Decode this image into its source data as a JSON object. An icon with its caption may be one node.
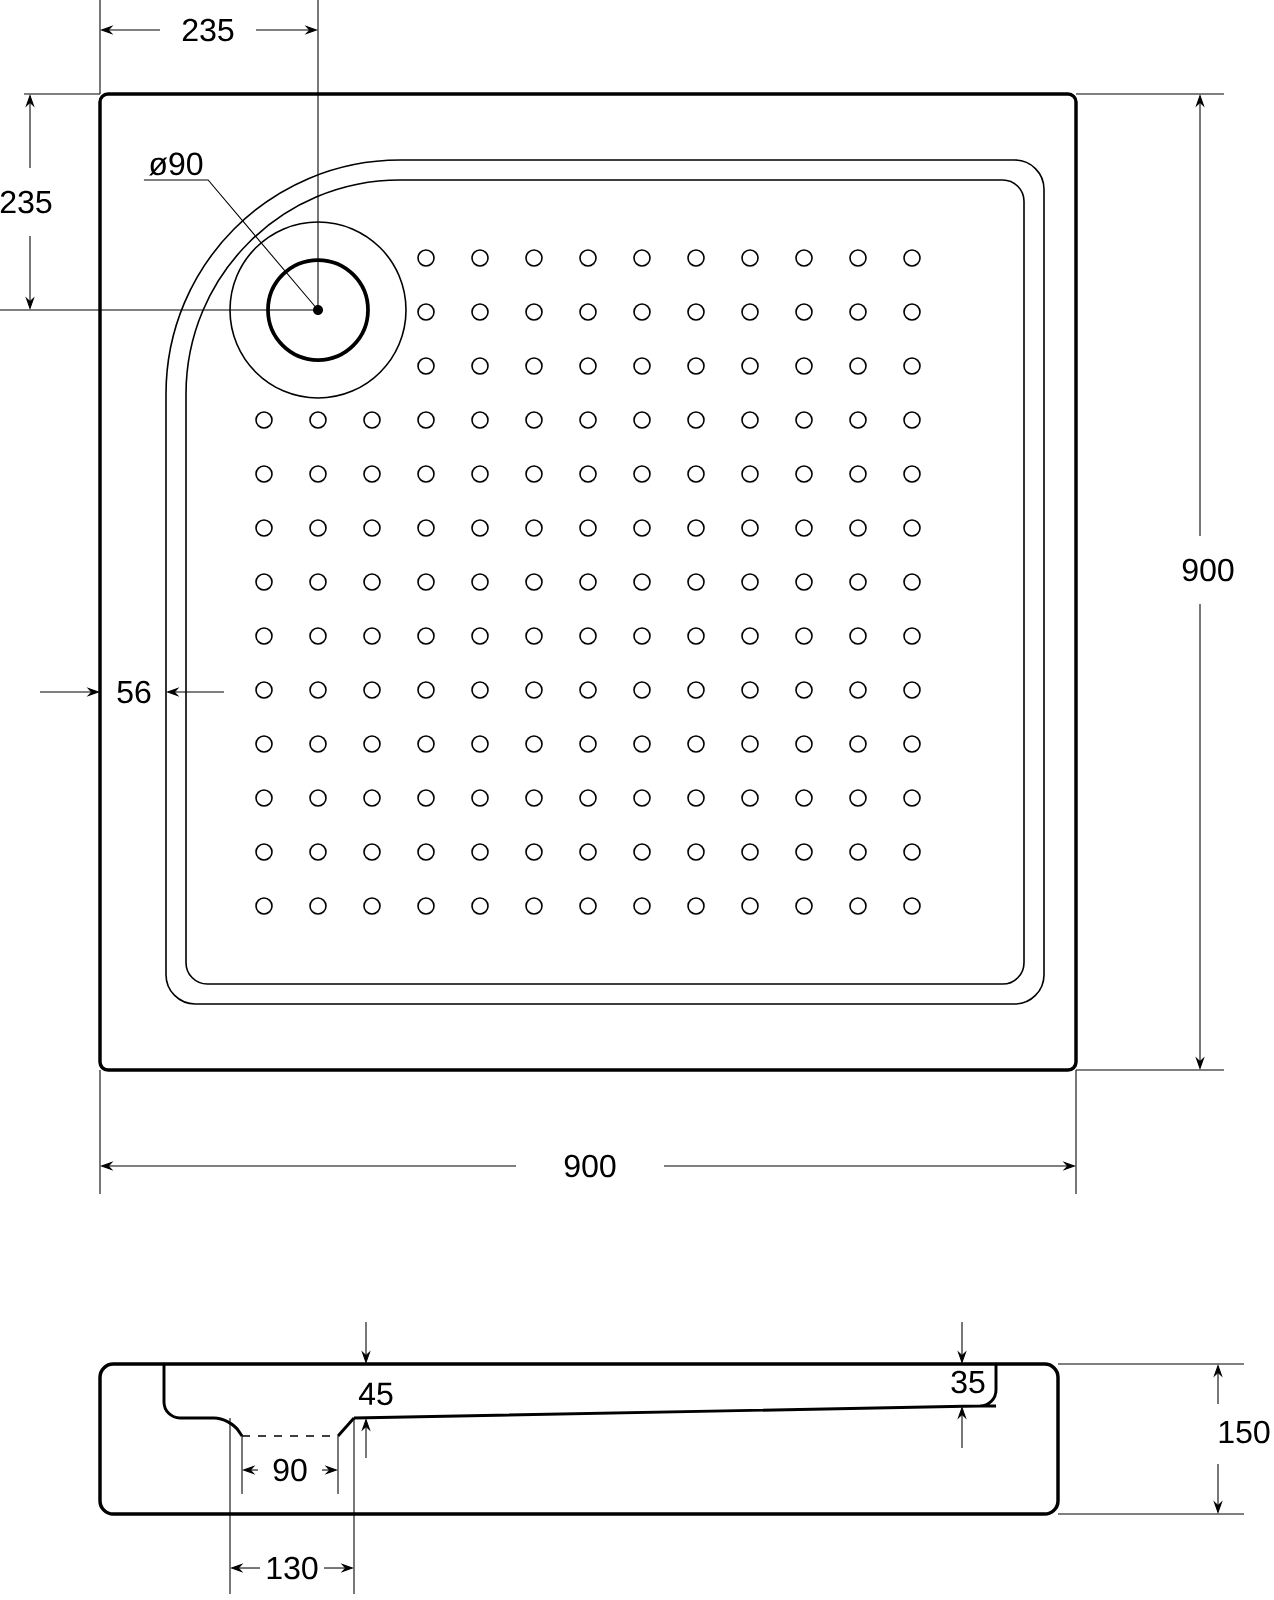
{
  "diagram": {
    "nodes": [
      {
        "text": [
          "ø90"
        ]
      },
      {
        "text": [],
        "shape": "circle"
      }
    ],
    "edges": [
      {
        "from": 0,
        "to": 1,
        "arrow": "none"
      }
    ],
    "labels": [
      "235",
      "235",
      "900",
      "56",
      "900",
      "35",
      "45",
      "150",
      "90",
      "130"
    ]
  }
}
